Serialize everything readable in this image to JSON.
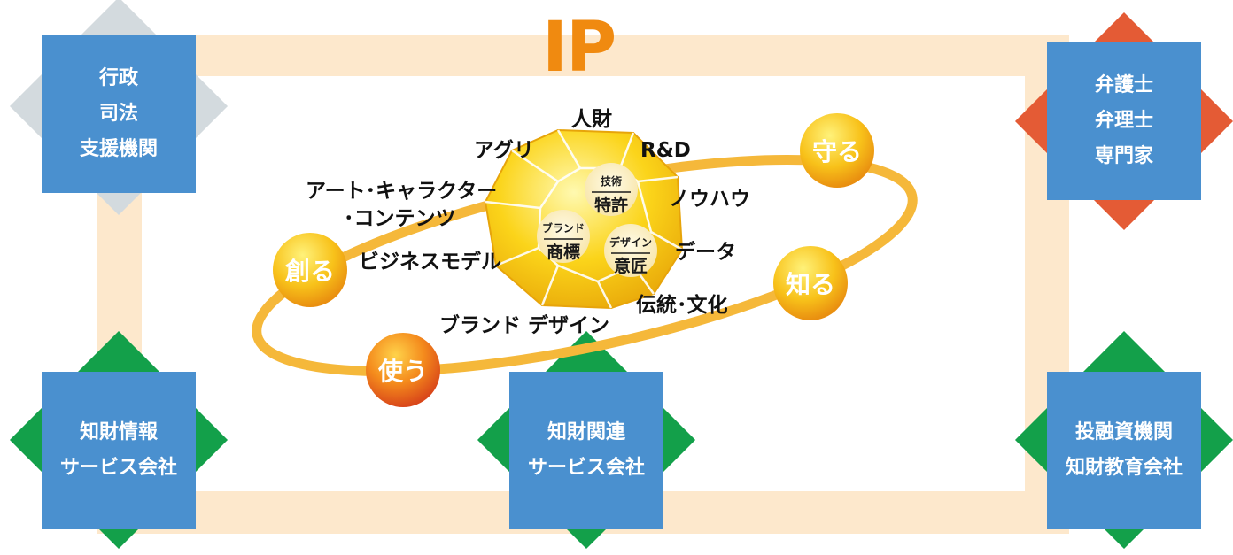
{
  "title": "IP",
  "colors": {
    "frame": "#fde8cc",
    "box": "#4a90cf",
    "diamond_gray": "#d3dade",
    "diamond_red": "#e45b35",
    "diamond_green": "#13a04a",
    "ip_text": "#f08a10",
    "orbit": "#f5b83a"
  },
  "stakeholders": {
    "top_left": [
      "行政",
      "司法",
      "支援機関"
    ],
    "top_right": [
      "弁護士",
      "弁理士",
      "専門家"
    ],
    "bottom_left": [
      "知財情報",
      "サービス会社"
    ],
    "bottom_center": [
      "知財関連",
      "サービス会社"
    ],
    "bottom_right": [
      "投融資機関",
      "知財教育会社"
    ]
  },
  "actions": {
    "create": "創る",
    "protect": "守る",
    "know": "知る",
    "use": "使う"
  },
  "core": {
    "tech_small": "技術",
    "tech_big": "特許",
    "brand_small": "ブランド",
    "brand_big": "商標",
    "design_small": "デザイン",
    "design_big": "意匠"
  },
  "assets": {
    "talent": "人財",
    "agri": "アグリ",
    "rd": "R&D",
    "art_line1": "アート･キャラクター",
    "art_line2": "･コンテンツ",
    "knowhow": "ノウハウ",
    "data": "データ",
    "business_model": "ビジネスモデル",
    "tradition": "伝統･文化",
    "brand_design": "ブランド デザイン"
  }
}
